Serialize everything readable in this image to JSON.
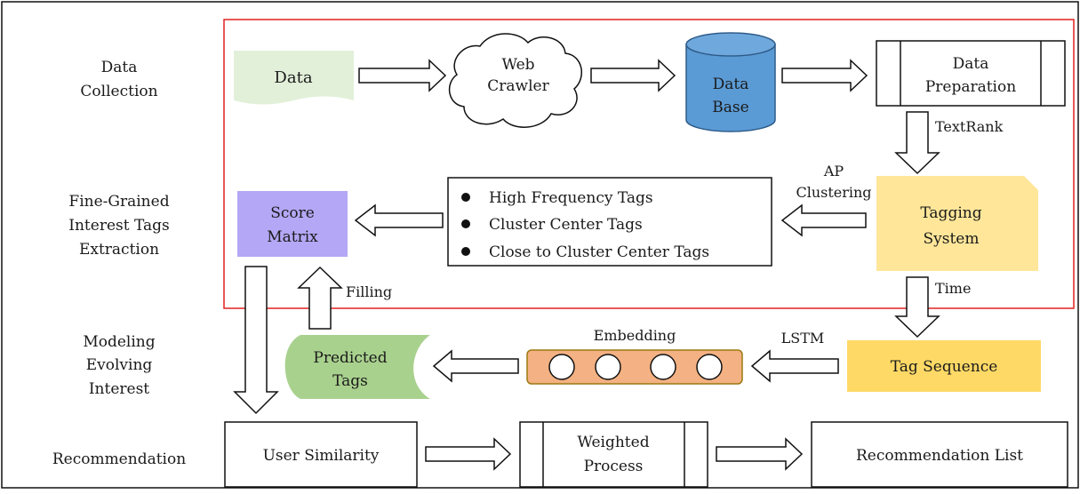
{
  "stages": {
    "data_collection": [
      "Data",
      "Collection"
    ],
    "fine_grained": [
      "Fine-Grained",
      "Interest Tags",
      "Extraction"
    ],
    "modeling": [
      "Modeling",
      "Evolving",
      "Interest"
    ],
    "recommendation": [
      "Recommendation"
    ]
  },
  "nodes": {
    "data": "Data",
    "web_crawler": [
      "Web",
      "Crawler"
    ],
    "database": [
      "Data",
      "Base"
    ],
    "data_preparation": [
      "Data",
      "Preparation"
    ],
    "tagging_system": [
      "Tagging",
      "System"
    ],
    "tag_list": [
      "High Frequency Tags",
      "Cluster Center Tags",
      "Close to Cluster Center Tags"
    ],
    "score_matrix": [
      "Score",
      "Matrix"
    ],
    "tag_sequence": "Tag Sequence",
    "predicted_tags": [
      "Predicted",
      "Tags"
    ],
    "user_similarity": "User Similarity",
    "weighted_process": [
      "Weighted",
      "Process"
    ],
    "recommendation_list": "Recommendation List"
  },
  "edge_labels": {
    "textrank": "TextRank",
    "ap_clustering": [
      "AP",
      "Clustering"
    ],
    "time": "Time",
    "lstm": "LSTM",
    "embedding": "Embedding",
    "filling": "Filling"
  },
  "colors": {
    "data_doc": "#e2f0d9",
    "database": "#5b9bd5",
    "tagging_system": "#ffe699",
    "score_matrix": "#b4a7f5",
    "tag_sequence": "#ffd966",
    "predicted_tags": "#a9d18e",
    "embedding": "#f4b183",
    "highlight_frame": "#e02020"
  }
}
